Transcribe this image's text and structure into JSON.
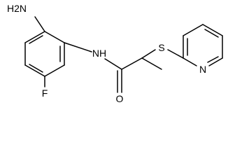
{
  "atoms": {
    "amine": "H2N",
    "fluorine": "F",
    "amide_nitrogen": "NH",
    "carbonyl_oxygen": "O",
    "sulfur": "S",
    "pyridine_nitrogen": "N"
  },
  "colors": {
    "bond": "#000000",
    "label": "#000000",
    "background": "#ffffff"
  }
}
